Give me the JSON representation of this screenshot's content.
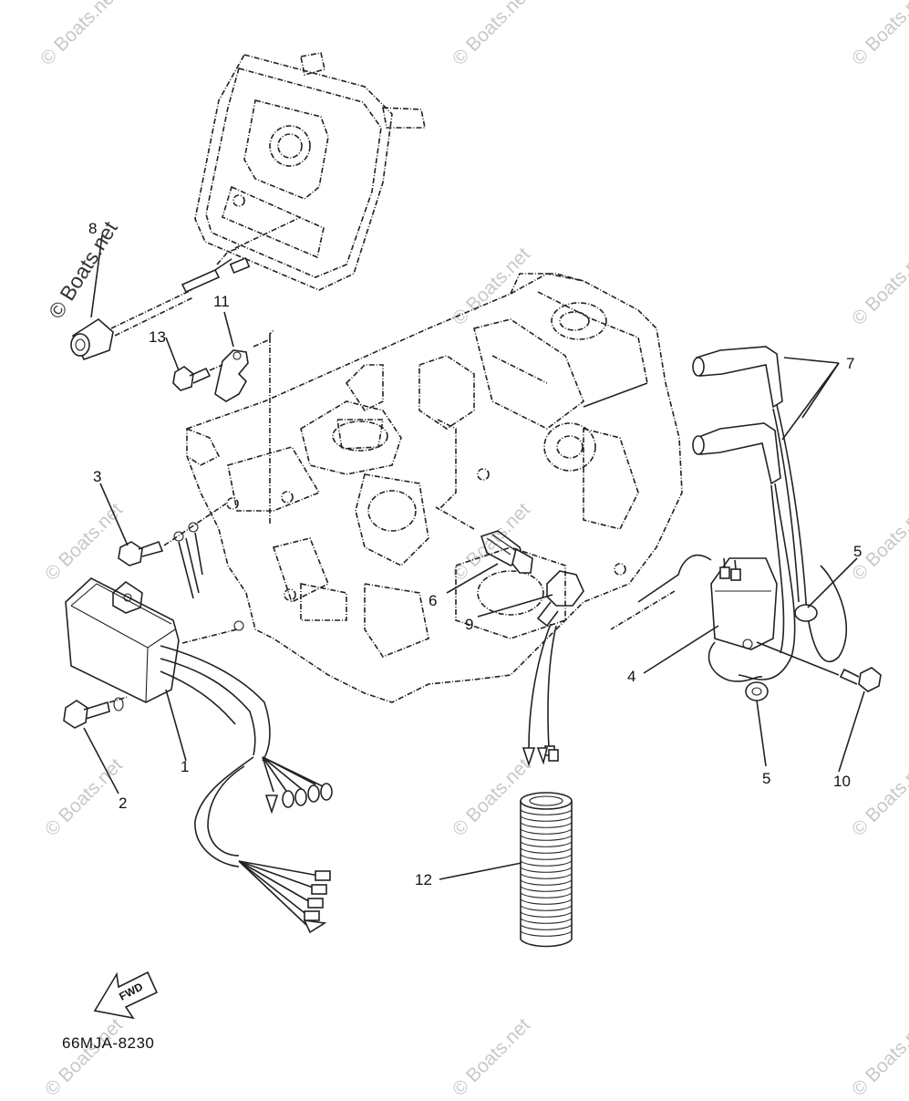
{
  "diagram": {
    "part_code": "66MJA-8230",
    "fwd_label": "FWD",
    "watermark_text": "© Boats.net",
    "callouts": [
      "1",
      "2",
      "3",
      "4",
      "5",
      "5",
      "6",
      "7",
      "8",
      "9",
      "10",
      "11",
      "12",
      "13"
    ]
  }
}
